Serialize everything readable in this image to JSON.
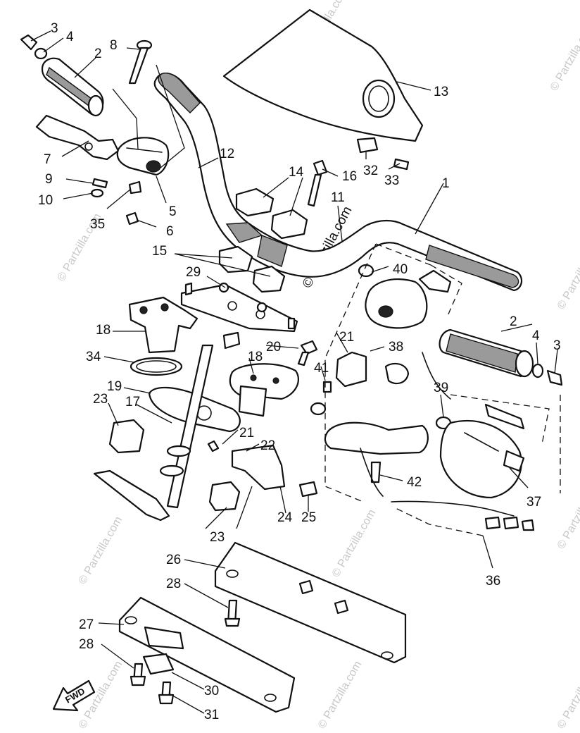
{
  "callouts": {
    "c1": "1",
    "c2a": "2",
    "c2b": "2",
    "c3a": "3",
    "c3b": "3",
    "c4a": "4",
    "c4b": "4",
    "c5": "5",
    "c6": "6",
    "c7": "7",
    "c8": "8",
    "c9": "9",
    "c10": "10",
    "c11": "11",
    "c12": "12",
    "c13": "13",
    "c14": "14",
    "c15": "15",
    "c16": "16",
    "c17": "17",
    "c18a": "18",
    "c18b": "18",
    "c19": "19",
    "c20": "20",
    "c21a": "21",
    "c21b": "21",
    "c22": "22",
    "c23a": "23",
    "c23b": "23",
    "c24": "24",
    "c25": "25",
    "c26": "26",
    "c27": "27",
    "c28a": "28",
    "c28b": "28",
    "c29": "29",
    "c30": "30",
    "c31": "31",
    "c32": "32",
    "c33": "33",
    "c34": "34",
    "c35": "35",
    "c36": "36",
    "c37": "37",
    "c38": "38",
    "c39": "39",
    "c40": "40",
    "c41": "41",
    "c42": "42"
  },
  "fwd_label": "FWD",
  "watermark": {
    "text": "© Partzilla.com",
    "center_text": "© Partzilla.com",
    "color": "#c8c8c8"
  }
}
